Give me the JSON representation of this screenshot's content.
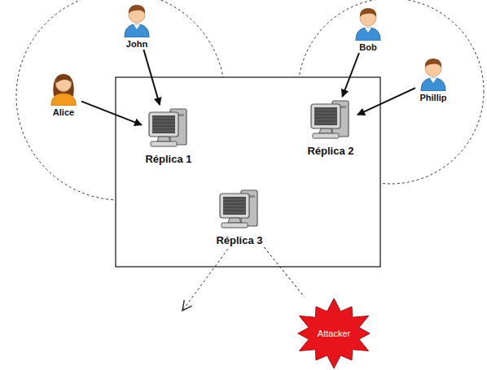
{
  "diagram": {
    "nodes": [
      {
        "text": [
          "John"
        ]
      },
      {
        "text": [
          "Bob"
        ]
      },
      {
        "text": [
          "Alice"
        ]
      },
      {
        "text": [
          "Phillip"
        ]
      },
      {
        "text": [
          "Réplica 1"
        ]
      },
      {
        "text": [
          "Réplica 2"
        ]
      },
      {
        "text": [
          "Réplica 3"
        ]
      },
      {
        "text": [
          "Attacker"
        ]
      }
    ],
    "edges": [
      {
        "from": 0,
        "to": 4,
        "arrow": "to"
      },
      {
        "from": 2,
        "to": 4,
        "arrow": "to"
      },
      {
        "from": 1,
        "to": 5,
        "arrow": "to"
      },
      {
        "from": 3,
        "to": 5,
        "arrow": "to"
      },
      {
        "from": 6,
        "to": 7,
        "arrow": "none"
      }
    ]
  }
}
